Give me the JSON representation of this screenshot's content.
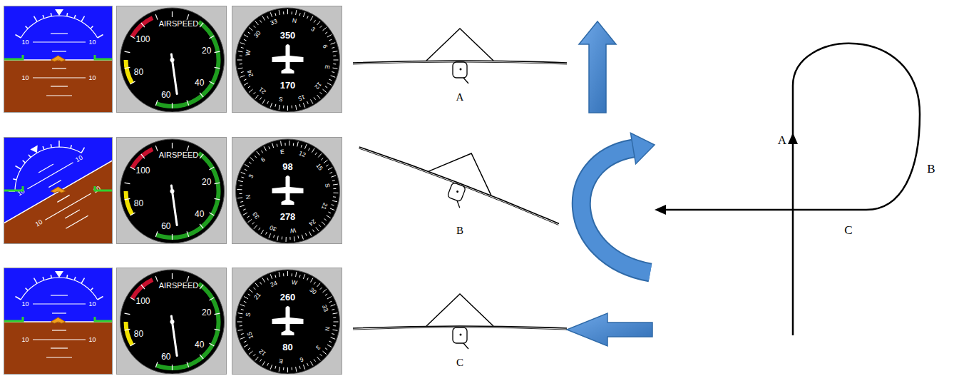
{
  "diagram": {
    "nodes": [
      {
        "text": [
          "10",
          "10",
          "10",
          "10"
        ]
      },
      {
        "text": [
          "AIRSPEED",
          "100",
          "80",
          "60",
          "40",
          "20"
        ]
      },
      {
        "text": [
          "350",
          "170",
          "N",
          "3",
          "6",
          "E",
          "12",
          "15",
          "S",
          "21",
          "24",
          "W",
          "30",
          "33"
        ]
      },
      {
        "text": [
          "A"
        ]
      },
      {
        "text": [
          "10",
          "10",
          "10",
          "10"
        ]
      },
      {
        "text": [
          "AIRSPEED",
          "100",
          "80",
          "60",
          "40",
          "20"
        ]
      },
      {
        "text": [
          "98",
          "278",
          "N",
          "3",
          "6",
          "E",
          "12",
          "15",
          "S",
          "21",
          "24",
          "W",
          "30",
          "33"
        ]
      },
      {
        "text": [
          "B"
        ]
      },
      {
        "text": [
          "10",
          "10",
          "10",
          "10"
        ]
      },
      {
        "text": [
          "AIRSPEED",
          "100",
          "80",
          "60",
          "40",
          "20"
        ]
      },
      {
        "text": [
          "260",
          "80",
          "N",
          "3",
          "6",
          "E",
          "12",
          "15",
          "S",
          "21",
          "24",
          "W",
          "30",
          "33"
        ]
      },
      {
        "text": [
          "C"
        ]
      }
    ],
    "labels": [
      "A",
      "B",
      "C"
    ]
  }
}
